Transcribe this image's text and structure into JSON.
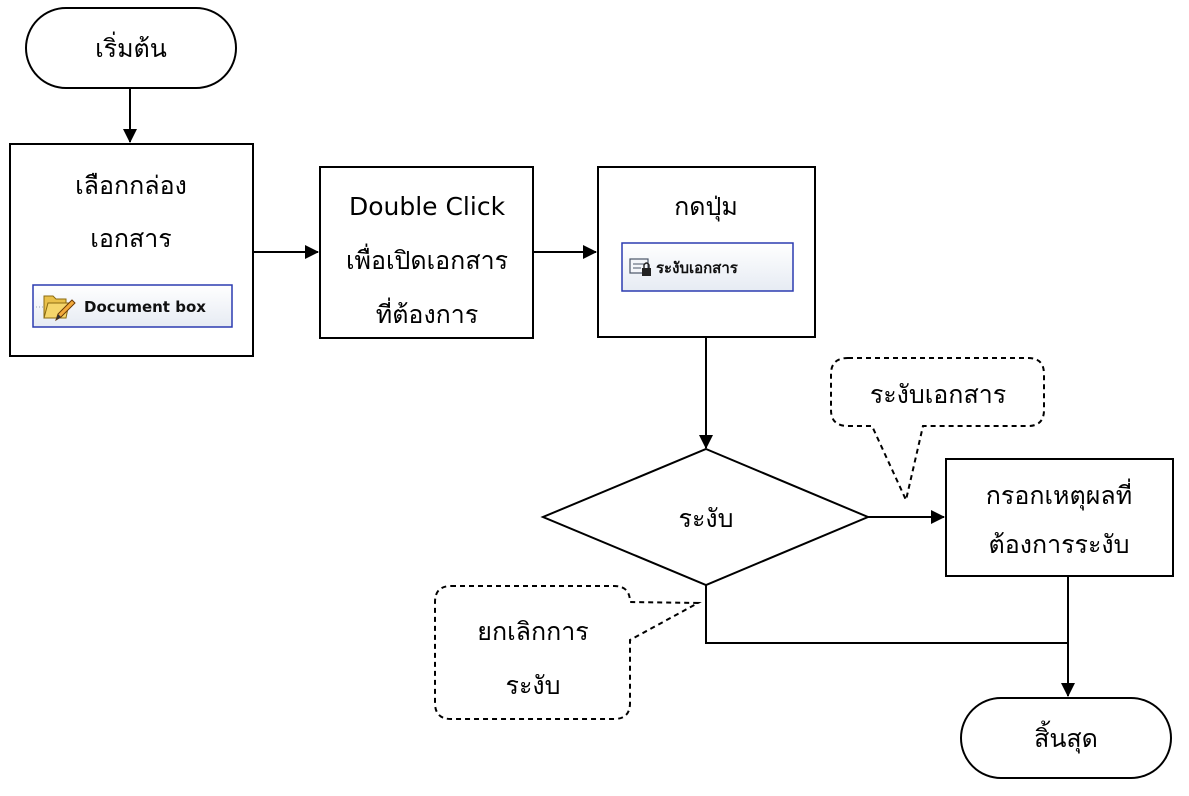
{
  "nodes": {
    "start": {
      "label": "เริ่มต้น"
    },
    "select_box": {
      "line1": "เลือกกล่อง",
      "line2": "เอกสาร",
      "button_label": "Document box",
      "button_icon": "folder-pencil-icon"
    },
    "double_click": {
      "line1": "Double Click",
      "line2": "เพื่อเปิดเอกสาร",
      "line3": "ที่ต้องการ"
    },
    "press_button": {
      "line1": "กดปุ่ม",
      "button_label": "ระงับเอกสาร",
      "button_icon": "lock-document-icon"
    },
    "decision": {
      "label": "ระงับ"
    },
    "enter_reason": {
      "line1": "กรอกเหตุผลที่",
      "line2": "ต้องการระงับ"
    },
    "end": {
      "label": "สิ้นสุด"
    }
  },
  "callouts": {
    "suspend_doc": {
      "label": "ระงับเอกสาร"
    },
    "cancel_suspend": {
      "line1": "ยกเลิกการ",
      "line2": "ระงับ"
    }
  },
  "colors": {
    "line": "#000000",
    "button_border": "#2b3bb0",
    "button_bg_top": "#ffffff",
    "button_bg_bottom": "#e9eef6"
  }
}
